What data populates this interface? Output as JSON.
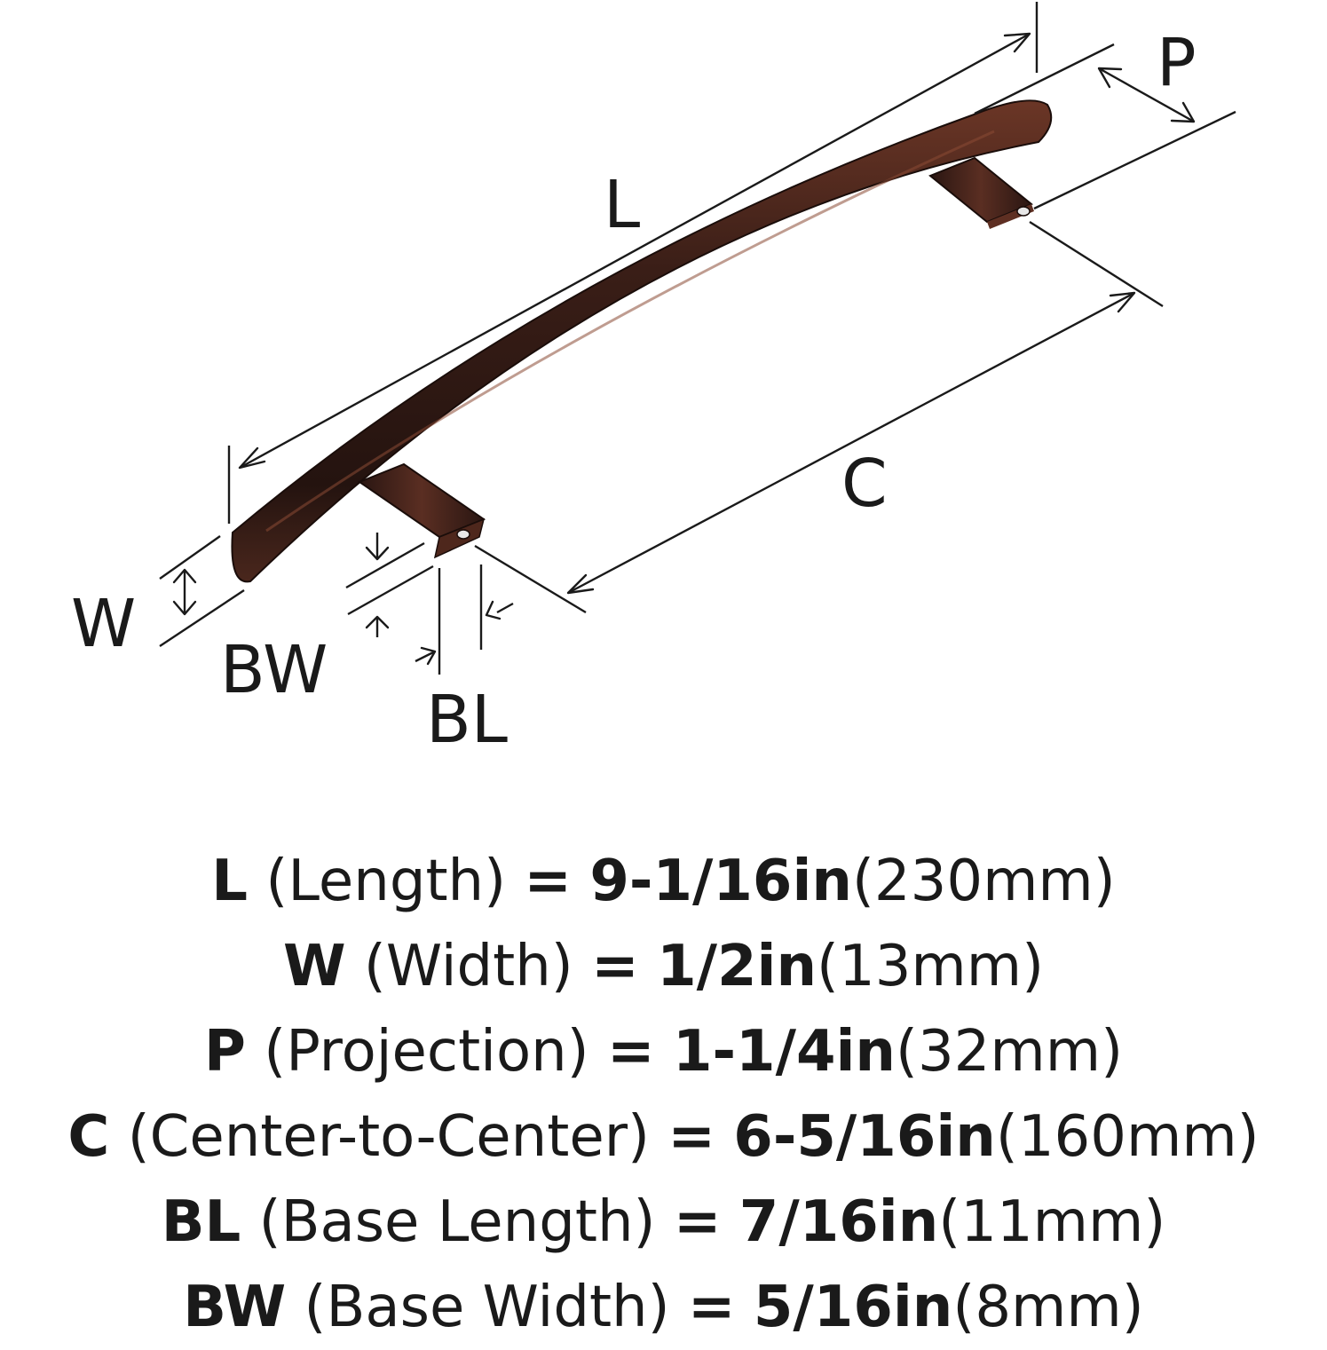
{
  "diagram": {
    "labels": {
      "L": "L",
      "P": "P",
      "C": "C",
      "W": "W",
      "BW": "BW",
      "BL": "BL"
    },
    "colors": {
      "finish_dark": "#2a1612",
      "finish_mid": "#4a271d",
      "finish_highlight": "#7a3e2c",
      "line": "#1a1a1a"
    }
  },
  "specs": [
    {
      "symbol": "L",
      "label": "(Length)",
      "eq": "=",
      "imperial": "9-1/16in",
      "metric": "(230mm)"
    },
    {
      "symbol": "W",
      "label": "(Width)",
      "eq": "=",
      "imperial": "1/2in",
      "metric": "(13mm)"
    },
    {
      "symbol": "P",
      "label": "(Projection)",
      "eq": "=",
      "imperial": "1-1/4in",
      "metric": "(32mm)"
    },
    {
      "symbol": "C",
      "label": "(Center-to-Center)",
      "eq": "=",
      "imperial": "6-5/16in",
      "metric": "(160mm)"
    },
    {
      "symbol": "BL",
      "label": "(Base Length)",
      "eq": "=",
      "imperial": "7/16in",
      "metric": "(11mm)"
    },
    {
      "symbol": "BW",
      "label": "(Base Width)",
      "eq": "=",
      "imperial": "5/16in",
      "metric": "(8mm)"
    }
  ]
}
